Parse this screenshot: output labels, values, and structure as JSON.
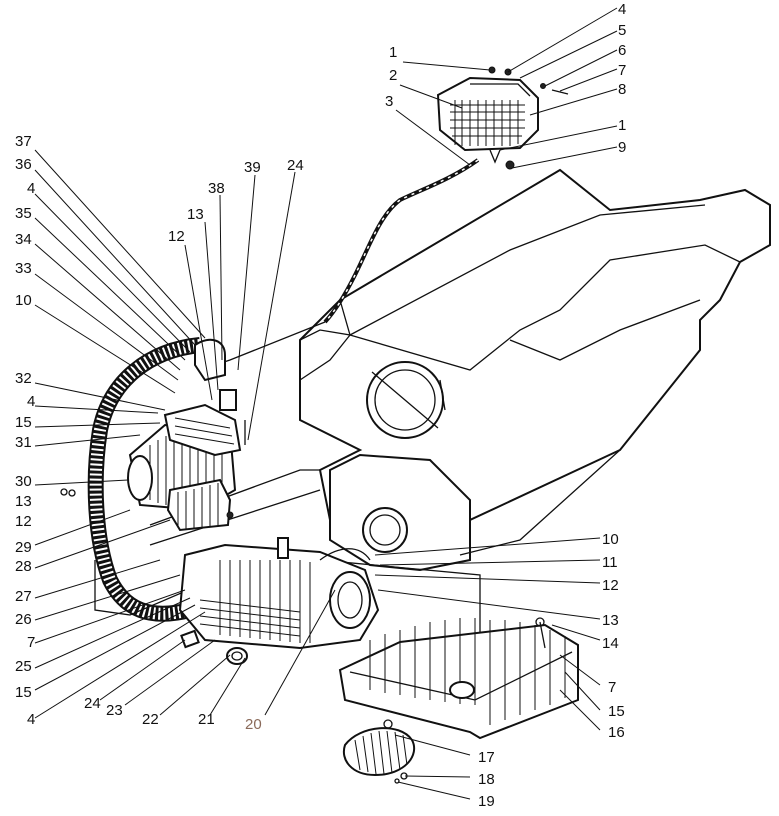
{
  "diagram": {
    "callouts": [
      {
        "text": "1"
      },
      {
        "text": "2"
      },
      {
        "text": "3"
      },
      {
        "text": "4"
      },
      {
        "text": "5"
      },
      {
        "text": "6"
      },
      {
        "text": "7"
      },
      {
        "text": "8"
      },
      {
        "text": "1"
      },
      {
        "text": "9"
      },
      {
        "text": "37"
      },
      {
        "text": "36"
      },
      {
        "text": "4"
      },
      {
        "text": "35"
      },
      {
        "text": "34"
      },
      {
        "text": "33"
      },
      {
        "text": "10"
      },
      {
        "text": "32"
      },
      {
        "text": "4"
      },
      {
        "text": "15"
      },
      {
        "text": "31"
      },
      {
        "text": "30"
      },
      {
        "text": "13"
      },
      {
        "text": "12"
      },
      {
        "text": "29"
      },
      {
        "text": "28"
      },
      {
        "text": "27"
      },
      {
        "text": "26"
      },
      {
        "text": "7"
      },
      {
        "text": "25"
      },
      {
        "text": "15"
      },
      {
        "text": "4"
      },
      {
        "text": "38"
      },
      {
        "text": "39"
      },
      {
        "text": "24"
      },
      {
        "text": "13"
      },
      {
        "text": "12"
      },
      {
        "text": "24"
      },
      {
        "text": "23"
      },
      {
        "text": "22"
      },
      {
        "text": "21"
      },
      {
        "text": "20"
      },
      {
        "text": "10"
      },
      {
        "text": "11"
      },
      {
        "text": "12"
      },
      {
        "text": "13"
      },
      {
        "text": "14"
      },
      {
        "text": "7"
      },
      {
        "text": "15"
      },
      {
        "text": "16"
      },
      {
        "text": "17"
      },
      {
        "text": "18"
      },
      {
        "text": "19"
      }
    ]
  }
}
